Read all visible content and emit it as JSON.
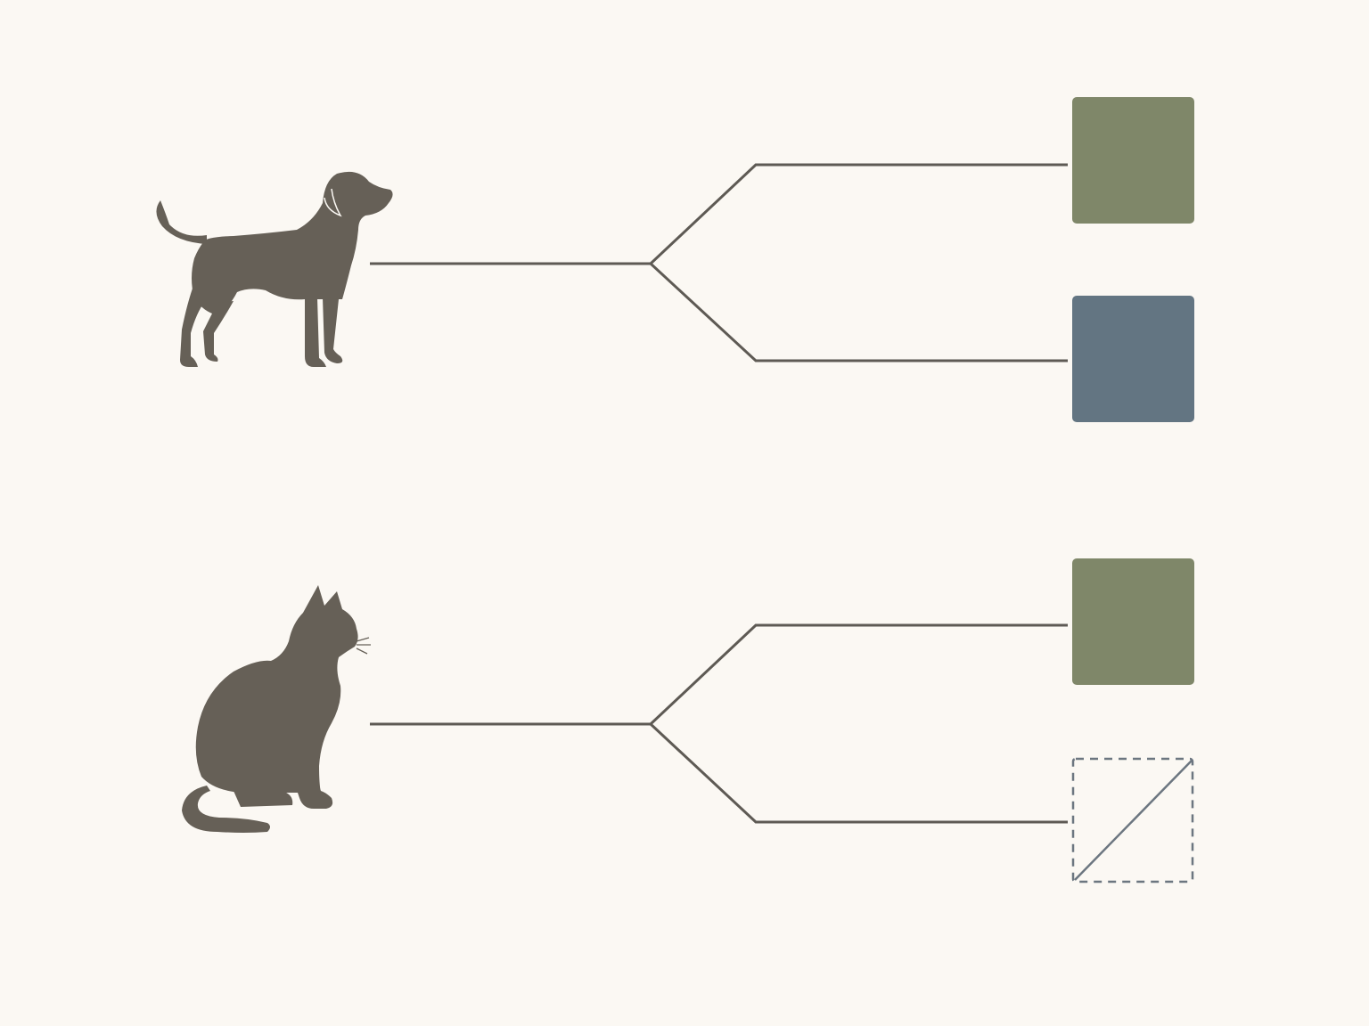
{
  "colors": {
    "background": "#fbf8f3",
    "silhouette": "#666057",
    "connector": "#5e5a54",
    "green_box": "#7f8769",
    "blue_box": "#637582",
    "empty_box_stroke": "#6c7680"
  },
  "groups": [
    {
      "subject_icon": "dog-silhouette-icon",
      "branches": [
        {
          "box": "filled",
          "color": "#7f8769"
        },
        {
          "box": "filled",
          "color": "#637582"
        }
      ]
    },
    {
      "subject_icon": "cat-silhouette-icon",
      "branches": [
        {
          "box": "filled",
          "color": "#7f8769"
        },
        {
          "box": "empty-placeholder",
          "color": "#6c7680"
        }
      ]
    }
  ]
}
